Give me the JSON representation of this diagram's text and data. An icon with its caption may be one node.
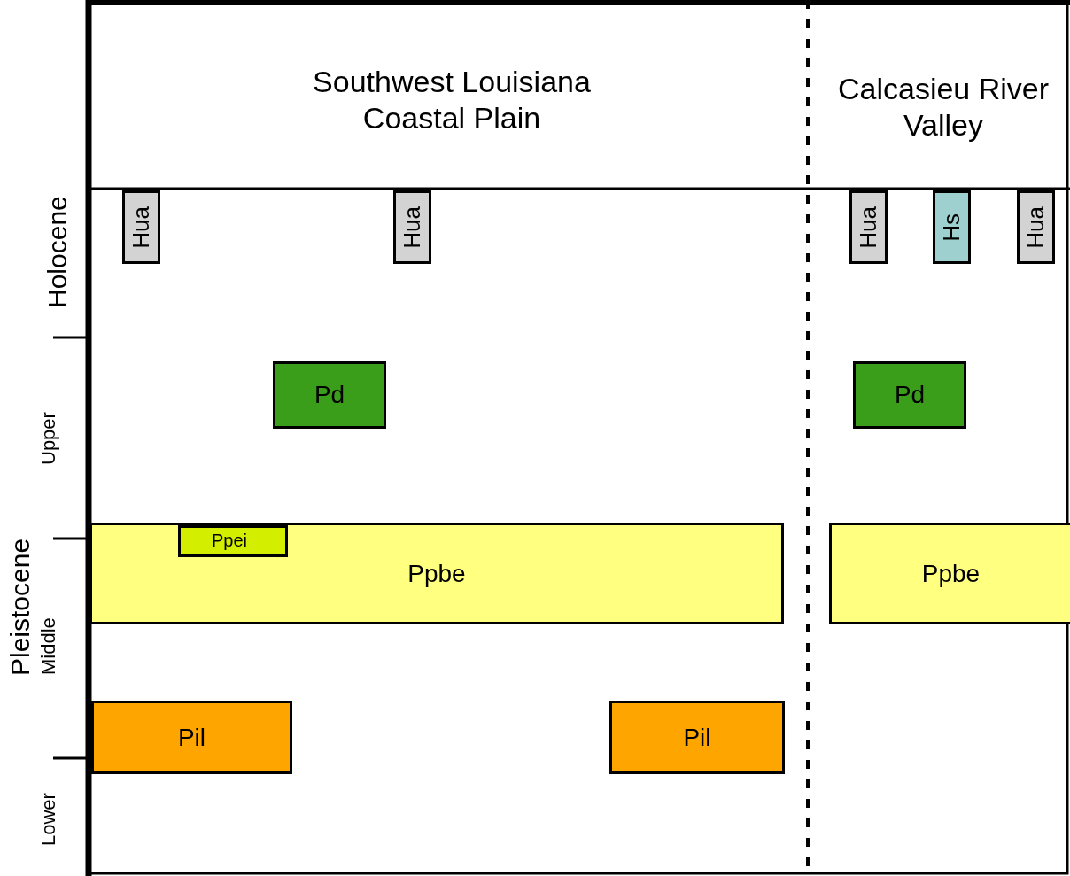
{
  "diagram": {
    "nodes": [
      {
        "text": [
          "Hua"
        ]
      },
      {
        "text": [
          "Hua"
        ]
      },
      {
        "text": [
          "Hua"
        ]
      },
      {
        "text": [
          "Hs"
        ]
      },
      {
        "text": [
          "Hua"
        ]
      },
      {
        "text": [
          "Pd"
        ]
      },
      {
        "text": [
          "Pd"
        ]
      },
      {
        "text": [
          "Ppbe"
        ]
      },
      {
        "text": [
          "Ppei"
        ],
        "in": 7
      },
      {
        "text": [
          "Ppbe"
        ]
      },
      {
        "text": [
          "Pil"
        ]
      },
      {
        "text": [
          "Pil"
        ]
      }
    ],
    "edges": [],
    "labels": [
      "Southwest Louisiana Coastal Plain",
      "Calcasieu River Valley",
      "Holocene",
      "Upper",
      "Pleistocene",
      "Middle",
      "Lower"
    ]
  }
}
